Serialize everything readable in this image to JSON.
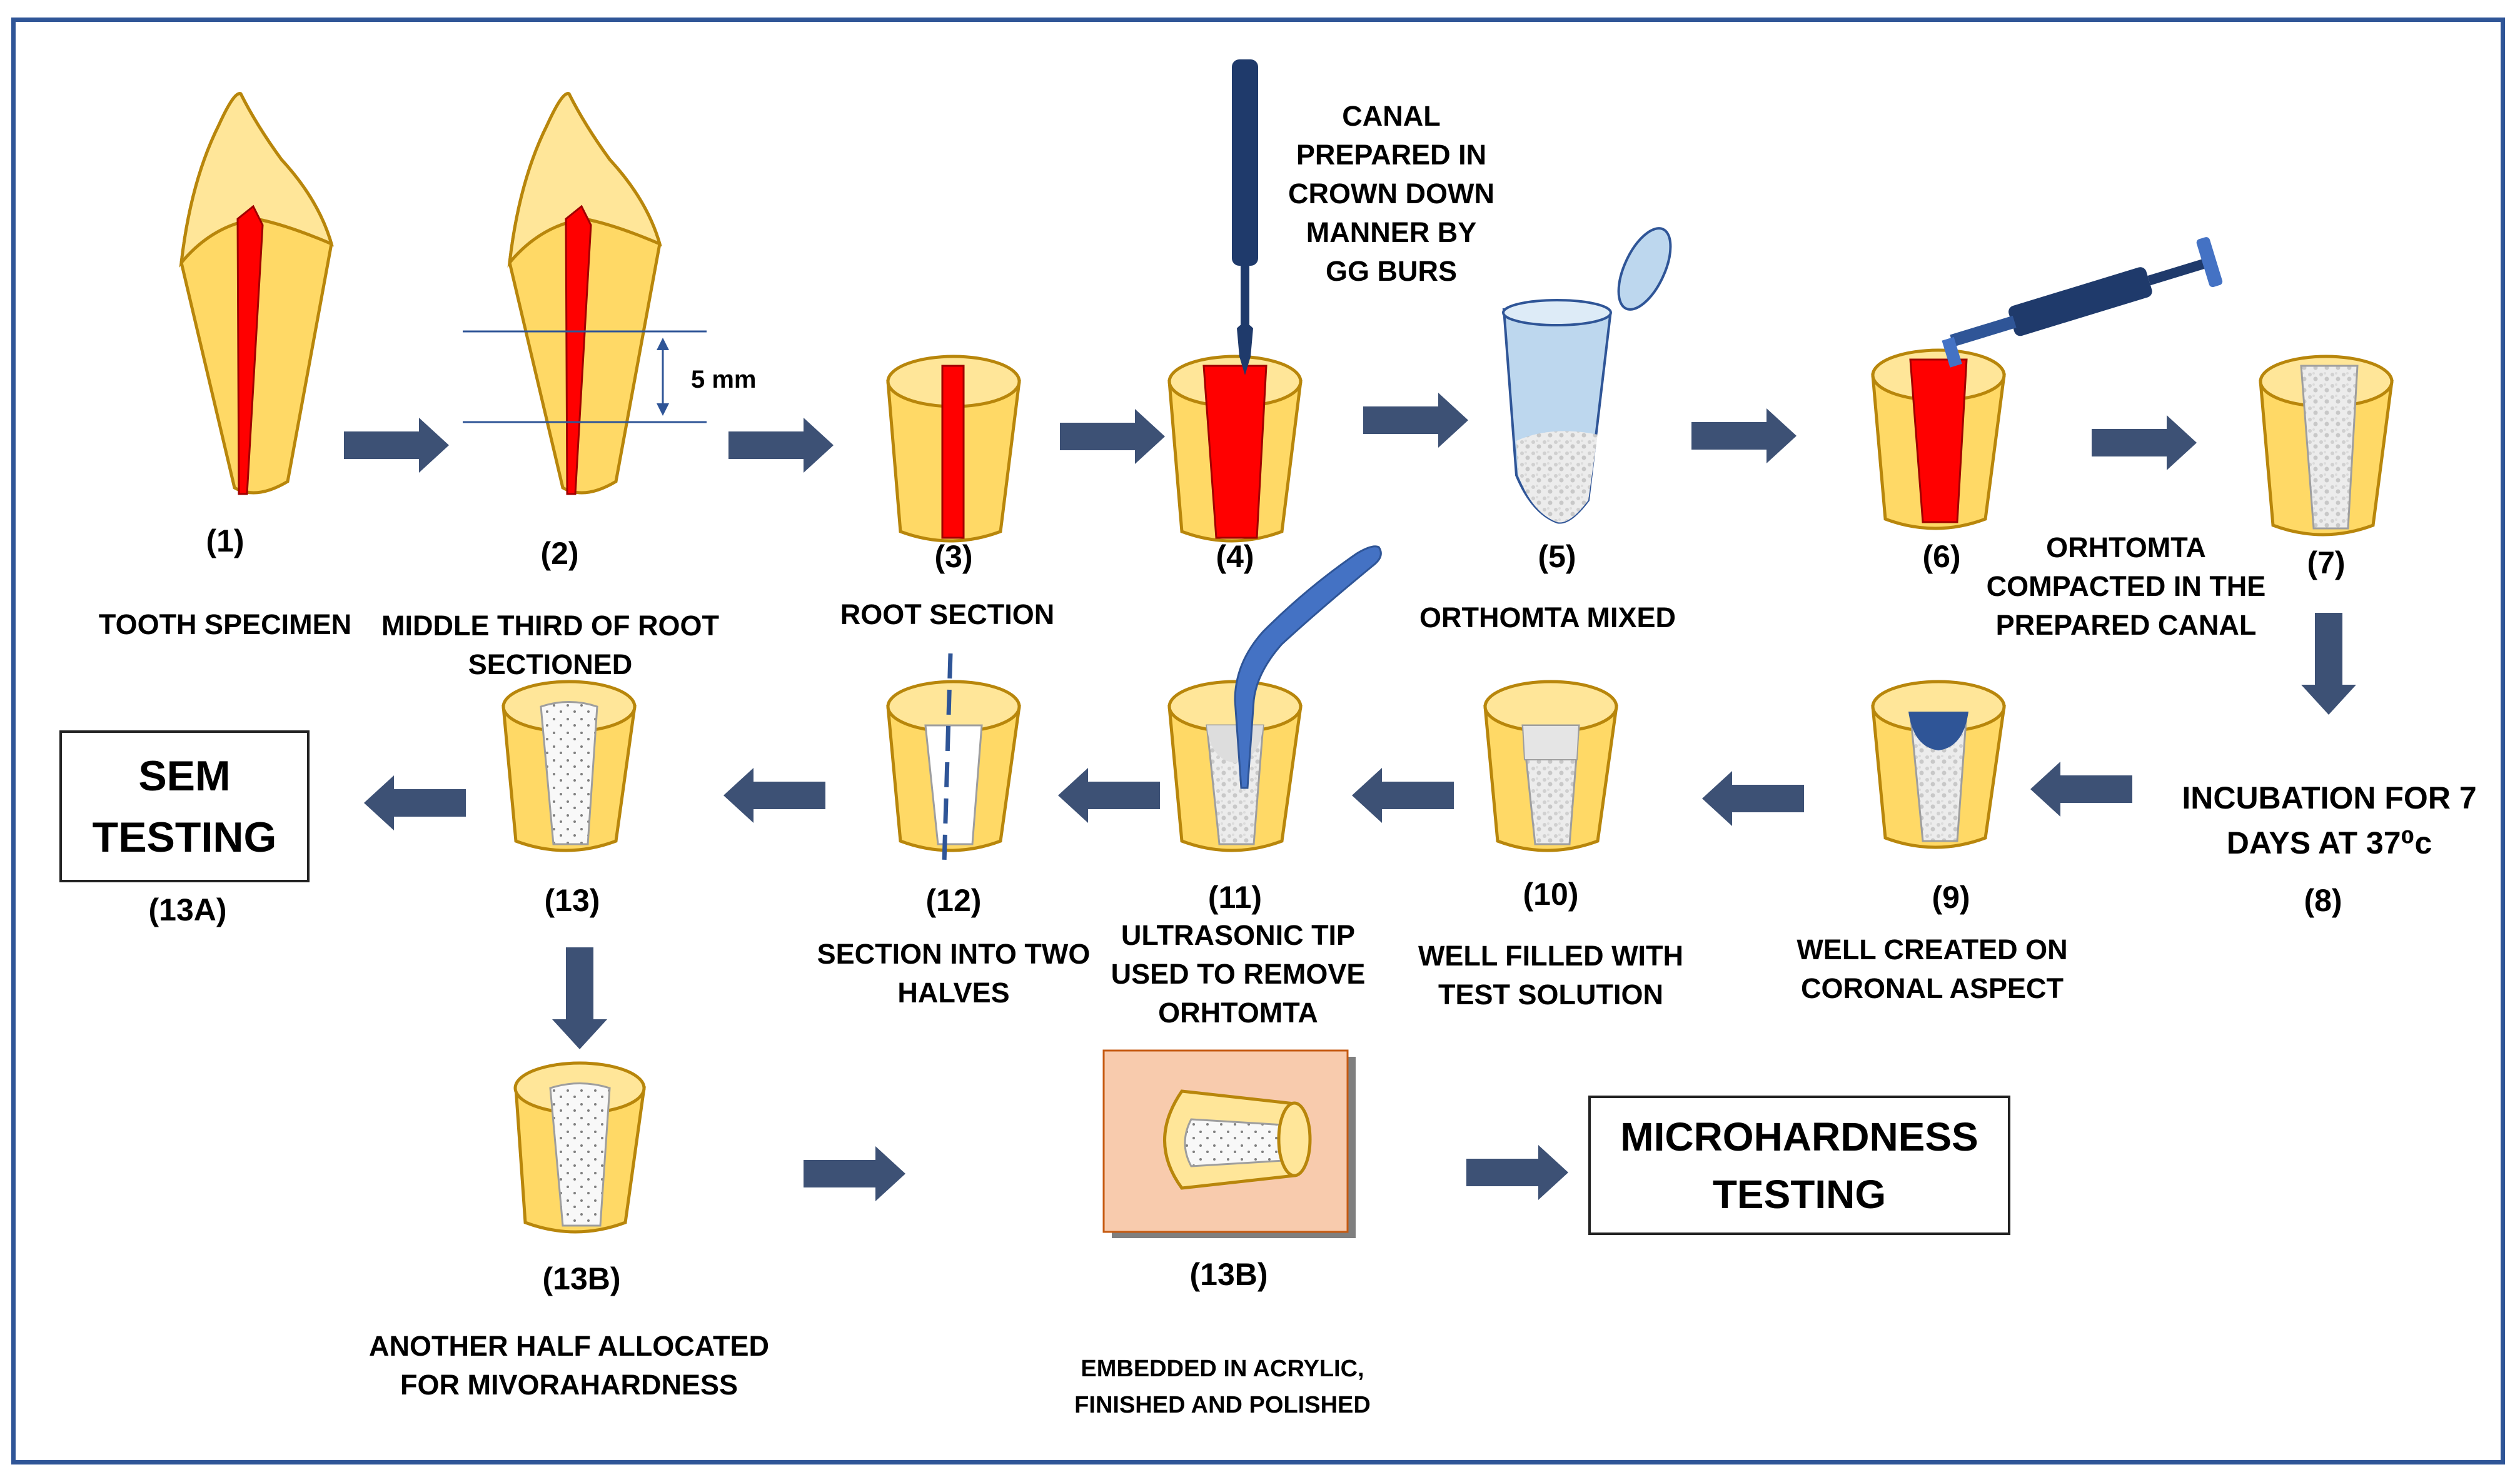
{
  "colors": {
    "border": "#2F5597",
    "arrow": "#3D5175",
    "tooth_body": "#FFD966",
    "tooth_crown": "#FFE699",
    "tooth_outline": "#B8860B",
    "pulp": "#FF0000",
    "instrument": "#1F3A6B",
    "ultrasonic": "#4472C4",
    "mta": "#E8E8E8",
    "acrylic": "#F8CBAD"
  },
  "steps": [
    {
      "num": "(1)",
      "label": "TOOTH SPECIMEN"
    },
    {
      "num": "(2)",
      "label": "MIDDLE THIRD OF ROOT SECTIONED"
    },
    {
      "num": "(3)",
      "label": "ROOT SECTION"
    },
    {
      "num": "(4)",
      "label": "CANAL PREPARED IN CROWN DOWN MANNER BY GG BURS"
    },
    {
      "num": "(5)",
      "label": "ORTHOMTA MIXED"
    },
    {
      "num": "(6)",
      "label": "ORHTOMTA COMPACTED IN THE PREPARED CANAL"
    },
    {
      "num": "(7)",
      "label": ""
    },
    {
      "num": "(8)",
      "label": "INCUBATION FOR 7 DAYS AT 37⁰c"
    },
    {
      "num": "(9)",
      "label": "WELL CREATED ON CORONAL ASPECT"
    },
    {
      "num": "(10)",
      "label": "WELL FILLED WITH TEST SOLUTION"
    },
    {
      "num": "(11)",
      "label": "ULTRASONIC TIP USED TO REMOVE ORHTOMTA"
    },
    {
      "num": "(12)",
      "label": "SECTION INTO TWO HALVES"
    },
    {
      "num": "(13)",
      "label": ""
    },
    {
      "num": "(13A)",
      "label": ""
    },
    {
      "num": "(13B)",
      "label": "ANOTHER HALF ALLOCATED FOR MIVORAHARDNESS"
    },
    {
      "num": "(13B)",
      "label": "EMBEDDED IN ACRYLIC, FINISHED AND POLISHED"
    }
  ],
  "measure": "5 mm",
  "sem_box": {
    "line1": "SEM",
    "line2": "TESTING"
  },
  "micro_box": {
    "line1": "MICROHARDNESS",
    "line2": "TESTING"
  }
}
